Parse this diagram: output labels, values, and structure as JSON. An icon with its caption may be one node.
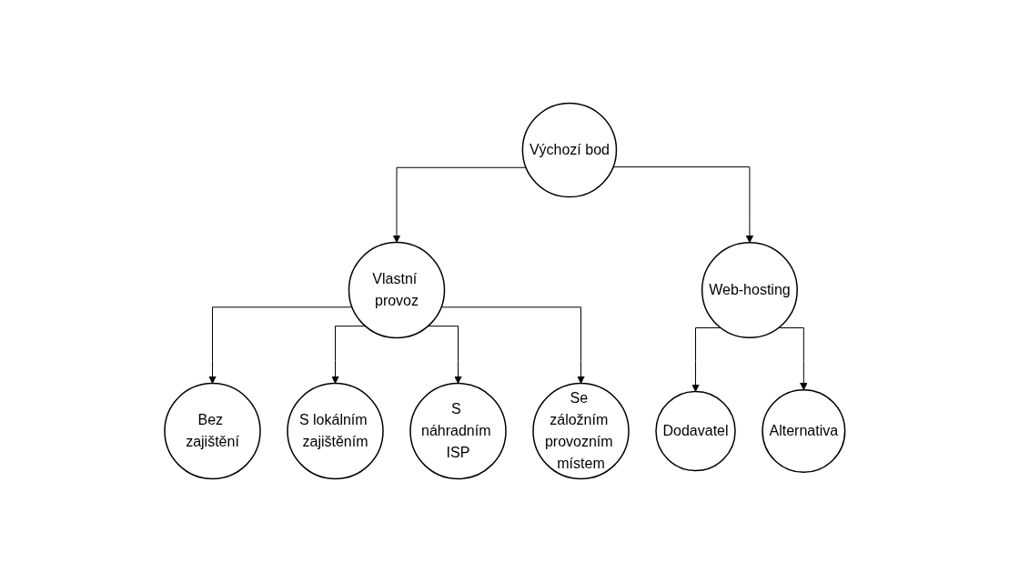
{
  "diagram": {
    "nodes": [
      {
        "text": [
          "Výchozí bod"
        ]
      },
      {
        "text": [
          "Vlastní provoz"
        ]
      },
      {
        "text": [
          "Web-hosting"
        ]
      },
      {
        "text": [
          "Bez zajištění"
        ]
      },
      {
        "text": [
          "S lokálním zajištěním"
        ]
      },
      {
        "text": [
          "S náhradním ISP"
        ]
      },
      {
        "text": [
          "Se záložním provozním místem"
        ]
      },
      {
        "text": [
          "Dodavatel"
        ]
      },
      {
        "text": [
          "Alternativa"
        ]
      }
    ],
    "edges": [
      {
        "from": 0,
        "to": 1,
        "arrow": "to"
      },
      {
        "from": 0,
        "to": 2,
        "arrow": "to"
      },
      {
        "from": 1,
        "to": 3,
        "arrow": "to"
      },
      {
        "from": 1,
        "to": 4,
        "arrow": "to"
      },
      {
        "from": 1,
        "to": 5,
        "arrow": "to"
      },
      {
        "from": 1,
        "to": 6,
        "arrow": "to"
      },
      {
        "from": 2,
        "to": 7,
        "arrow": "to"
      },
      {
        "from": 2,
        "to": 8,
        "arrow": "to"
      }
    ]
  }
}
